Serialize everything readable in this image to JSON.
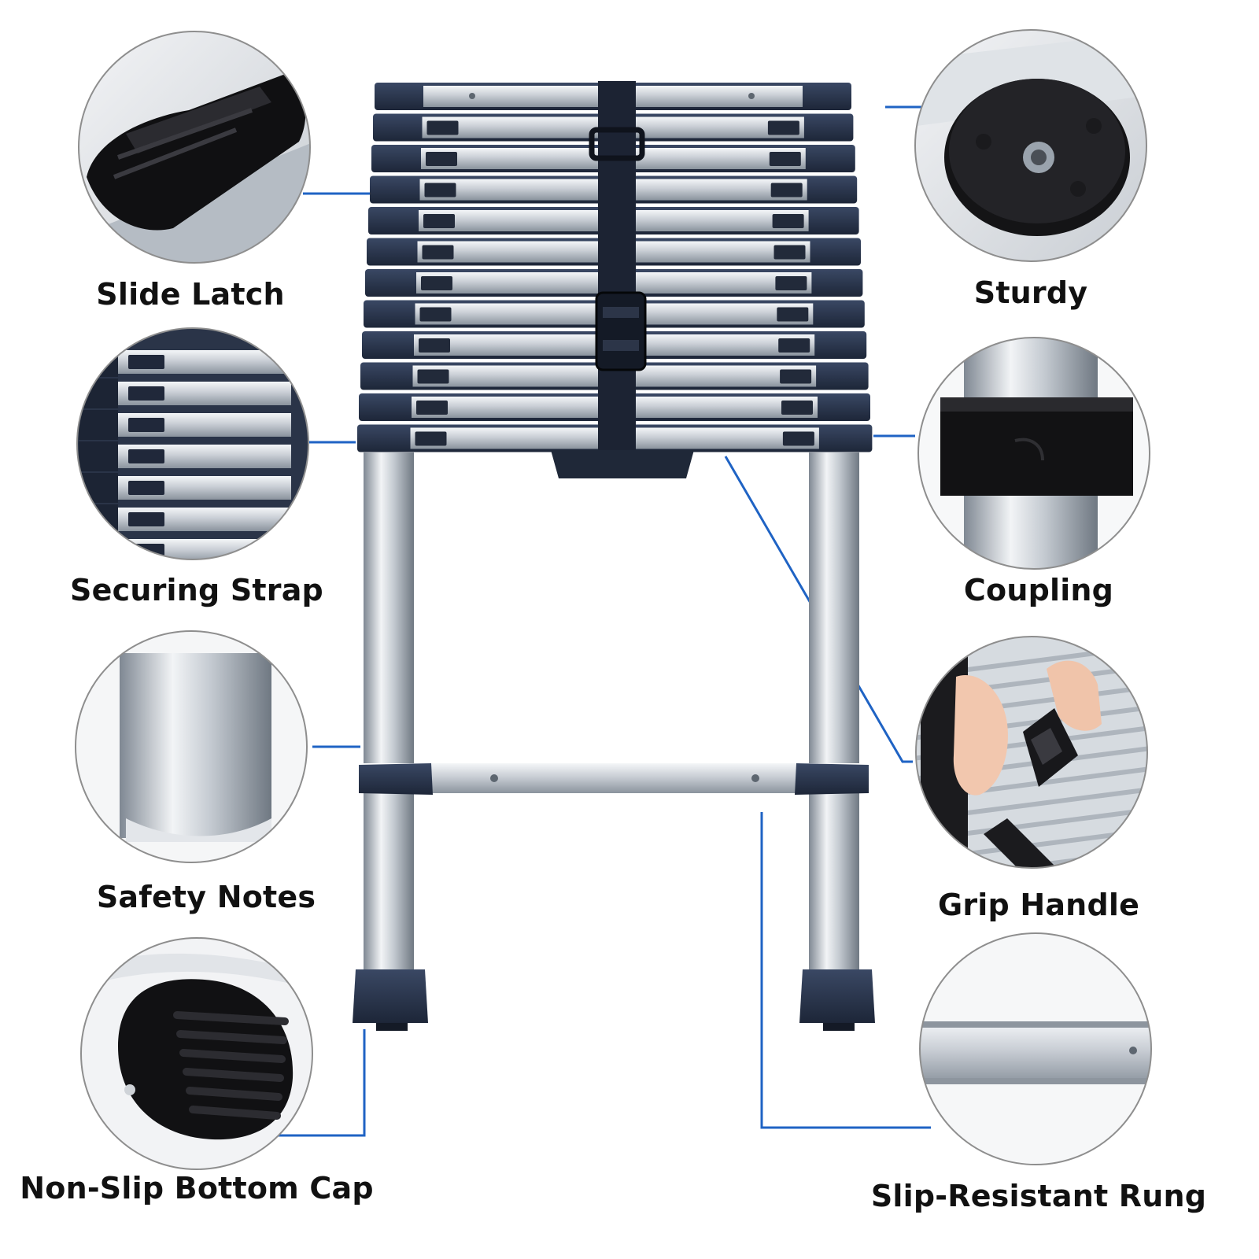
{
  "colors": {
    "connector": "#1f63c4",
    "ladder_dark": "#28344a",
    "aluminum_light": "#e8ebef",
    "aluminum_mid": "#b9c0c8",
    "aluminum_dark": "#7d8691",
    "rubber": "#1a1a1d",
    "circle_border": "#8e8e8e"
  },
  "callouts": [
    {
      "id": "slide-latch",
      "label": "Slide Latch",
      "icon": "slide-latch-icon"
    },
    {
      "id": "sturdy",
      "label": "Sturdy",
      "icon": "sturdy-icon"
    },
    {
      "id": "securing-strap",
      "label": "Securing Strap",
      "icon": "securing-strap-icon"
    },
    {
      "id": "coupling",
      "label": "Coupling",
      "icon": "coupling-icon"
    },
    {
      "id": "safety-notes",
      "label": "Safety Notes",
      "icon": "safety-notes-icon"
    },
    {
      "id": "grip-handle",
      "label": "Grip Handle",
      "icon": "grip-handle-icon"
    },
    {
      "id": "non-slip-bottom-cap",
      "label": "Non-Slip Bottom Cap",
      "icon": "non-slip-bottom-cap-icon"
    },
    {
      "id": "slip-resistant-rung",
      "label": "Slip-Resistant Rung",
      "icon": "slip-resistant-rung-icon"
    }
  ]
}
